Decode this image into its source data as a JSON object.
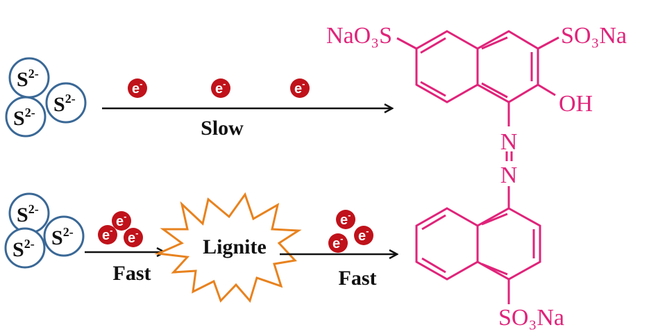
{
  "sulfide_label": "S",
  "sulfide_charge": "2-",
  "electron_label": "e",
  "electron_charge": "-",
  "slow_label": "Slow",
  "fast_label": "Fast",
  "lignite_label": "Lignite",
  "molecule": {
    "group_top_left": "NaO₃S",
    "group_top_right": "SO₃Na",
    "hydroxyl": "OH",
    "azo_n1": "N",
    "azo_n2": "N",
    "group_bottom": "SO₃Na"
  },
  "colors": {
    "dye": "#e0237a",
    "electron": "#c0121a",
    "ion_ring": "#3a6896",
    "lignite": "#e8821e"
  }
}
